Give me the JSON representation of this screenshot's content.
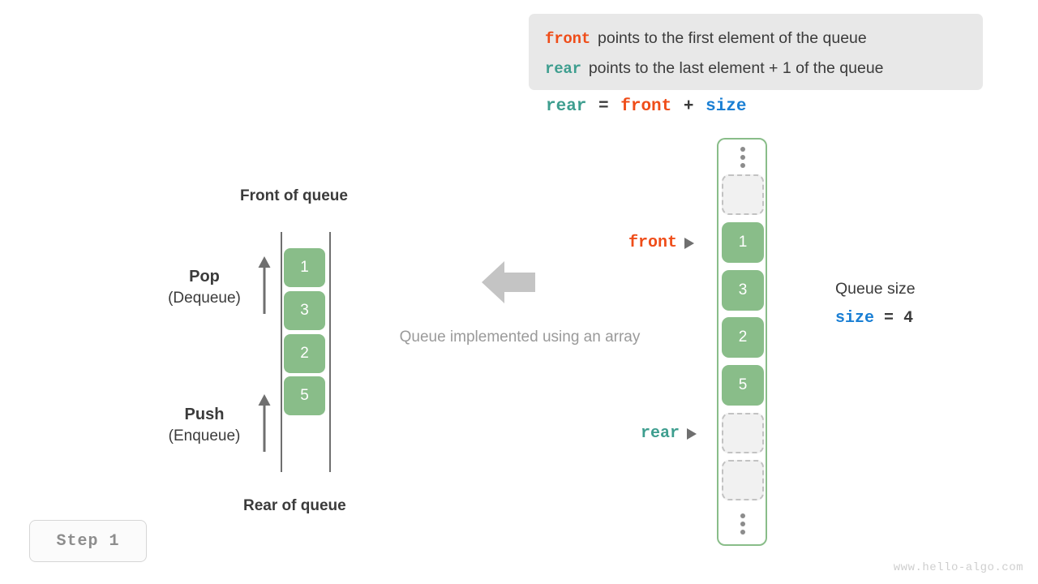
{
  "legend": {
    "lines": [
      {
        "keyword": "front",
        "text": "points to the first element of the queue",
        "color": "#ef4d19"
      },
      {
        "keyword": "rear",
        "text": "points to the last element + 1 of the queue",
        "color": "#3e9e8f"
      }
    ]
  },
  "formula": {
    "lhs": "rear",
    "eq": "=",
    "rhs1": "front",
    "plus": "+",
    "rhs2": "size"
  },
  "left_queue": {
    "front_label": "Front of queue",
    "rear_label": "Rear of queue",
    "pop": {
      "title": "Pop",
      "subtitle": "(Dequeue)"
    },
    "push": {
      "title": "Push",
      "subtitle": "(Enqueue)"
    },
    "cells": [
      "1",
      "3",
      "2",
      "5"
    ]
  },
  "center": {
    "caption": "Queue implemented using an array"
  },
  "array": {
    "cells": [
      {
        "type": "empty",
        "value": ""
      },
      {
        "type": "filled",
        "value": "1"
      },
      {
        "type": "filled",
        "value": "3"
      },
      {
        "type": "filled",
        "value": "2"
      },
      {
        "type": "filled",
        "value": "5"
      },
      {
        "type": "empty",
        "value": ""
      },
      {
        "type": "empty",
        "value": ""
      }
    ],
    "pointers": {
      "front": "front",
      "rear": "rear"
    }
  },
  "size_info": {
    "title": "Queue size",
    "var": "size",
    "eq": "=",
    "value": "4"
  },
  "step_badge": "Step 1",
  "watermark": "www.hello-algo.com",
  "colors": {
    "front": "#ef4d19",
    "rear": "#3e9e8f",
    "size": "#1a7fd4",
    "cell_green": "#89bd89",
    "legend_bg": "#e8e8e8",
    "muted": "#9a9a9a"
  }
}
